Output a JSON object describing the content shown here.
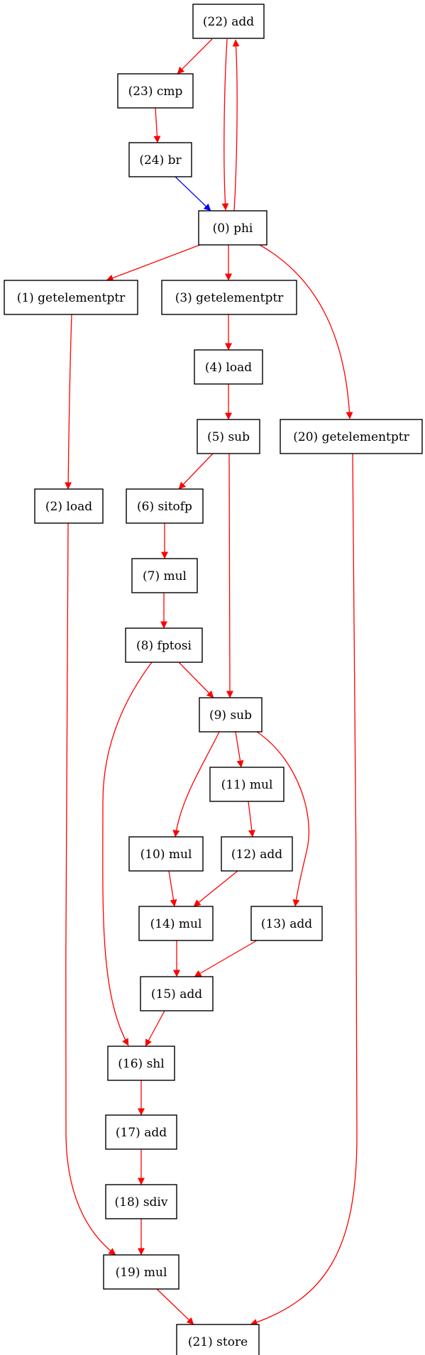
{
  "graph": {
    "colors": {
      "data": "#ff0000",
      "control": "#0000ff",
      "node_border": "#000000"
    },
    "nodes": [
      {
        "id": "n22",
        "label": "(22) add"
      },
      {
        "id": "n23",
        "label": "(23) cmp"
      },
      {
        "id": "n24",
        "label": "(24) br"
      },
      {
        "id": "n0",
        "label": "(0) phi"
      },
      {
        "id": "n1",
        "label": "(1) getelementptr"
      },
      {
        "id": "n3",
        "label": "(3) getelementptr"
      },
      {
        "id": "n4",
        "label": "(4) load"
      },
      {
        "id": "n5",
        "label": "(5) sub"
      },
      {
        "id": "n20",
        "label": "(20) getelementptr"
      },
      {
        "id": "n2",
        "label": "(2) load"
      },
      {
        "id": "n6",
        "label": "(6) sitofp"
      },
      {
        "id": "n7",
        "label": "(7) mul"
      },
      {
        "id": "n8",
        "label": "(8) fptosi"
      },
      {
        "id": "n9",
        "label": "(9) sub"
      },
      {
        "id": "n11",
        "label": "(11) mul"
      },
      {
        "id": "n10",
        "label": "(10) mul"
      },
      {
        "id": "n12",
        "label": "(12) add"
      },
      {
        "id": "n14",
        "label": "(14) mul"
      },
      {
        "id": "n13",
        "label": "(13) add"
      },
      {
        "id": "n15",
        "label": "(15) add"
      },
      {
        "id": "n16",
        "label": "(16) shl"
      },
      {
        "id": "n17",
        "label": "(17) add"
      },
      {
        "id": "n18",
        "label": "(18) sdiv"
      },
      {
        "id": "n19",
        "label": "(19) mul"
      },
      {
        "id": "n21",
        "label": "(21) store"
      }
    ],
    "edges": [
      {
        "from": "n22",
        "to": "n23",
        "type": "data"
      },
      {
        "from": "n22",
        "to": "n0",
        "type": "data"
      },
      {
        "from": "n0",
        "to": "n22",
        "type": "data"
      },
      {
        "from": "n23",
        "to": "n24",
        "type": "data"
      },
      {
        "from": "n24",
        "to": "n0",
        "type": "control"
      },
      {
        "from": "n0",
        "to": "n1",
        "type": "data"
      },
      {
        "from": "n0",
        "to": "n3",
        "type": "data"
      },
      {
        "from": "n0",
        "to": "n20",
        "type": "data"
      },
      {
        "from": "n1",
        "to": "n2",
        "type": "data"
      },
      {
        "from": "n3",
        "to": "n4",
        "type": "data"
      },
      {
        "from": "n4",
        "to": "n5",
        "type": "data"
      },
      {
        "from": "n5",
        "to": "n6",
        "type": "data"
      },
      {
        "from": "n5",
        "to": "n9",
        "type": "data"
      },
      {
        "from": "n6",
        "to": "n7",
        "type": "data"
      },
      {
        "from": "n7",
        "to": "n8",
        "type": "data"
      },
      {
        "from": "n8",
        "to": "n9",
        "type": "data"
      },
      {
        "from": "n8",
        "to": "n16",
        "type": "data"
      },
      {
        "from": "n9",
        "to": "n11",
        "type": "data"
      },
      {
        "from": "n9",
        "to": "n10",
        "type": "data"
      },
      {
        "from": "n9",
        "to": "n13",
        "type": "data"
      },
      {
        "from": "n11",
        "to": "n12",
        "type": "data"
      },
      {
        "from": "n10",
        "to": "n14",
        "type": "data"
      },
      {
        "from": "n12",
        "to": "n14",
        "type": "data"
      },
      {
        "from": "n14",
        "to": "n15",
        "type": "data"
      },
      {
        "from": "n13",
        "to": "n15",
        "type": "data"
      },
      {
        "from": "n15",
        "to": "n16",
        "type": "data"
      },
      {
        "from": "n16",
        "to": "n17",
        "type": "data"
      },
      {
        "from": "n17",
        "to": "n18",
        "type": "data"
      },
      {
        "from": "n18",
        "to": "n19",
        "type": "data"
      },
      {
        "from": "n2",
        "to": "n19",
        "type": "data"
      },
      {
        "from": "n19",
        "to": "n21",
        "type": "data"
      },
      {
        "from": "n20",
        "to": "n21",
        "type": "data"
      }
    ]
  }
}
